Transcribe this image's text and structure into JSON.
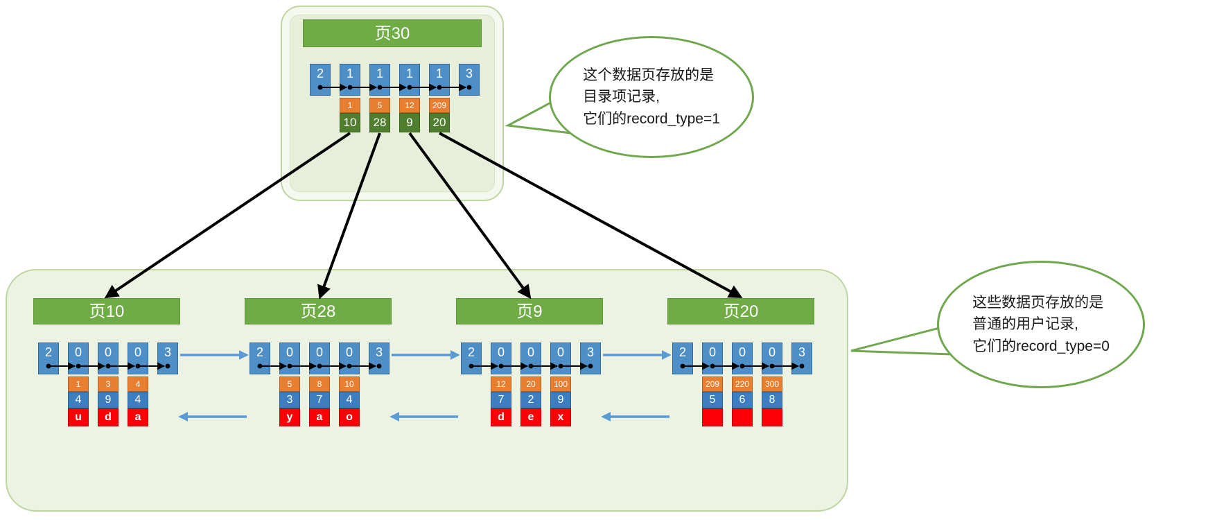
{
  "colors": {
    "header_green": "#6fac46",
    "pointer_cell_blue": "#4e8fc8",
    "key_cell_orange": "#e87e30",
    "child_cell_green": "#4e7e2e",
    "value_cell_blue": "#3d7ec0",
    "char_cell_red": "#fb0007",
    "container_bg": "#edf3e2",
    "container_border": "#bfd6a2",
    "link_arrow_blue": "#5b9bd5",
    "tree_arrow_black": "#000000",
    "bubble_border_green": "#6fa84e"
  },
  "root_page": {
    "title": "页30",
    "min_cell": "2",
    "max_cell": "3",
    "records": [
      {
        "type": "1",
        "key": "1",
        "child": "10"
      },
      {
        "type": "1",
        "key": "5",
        "child": "28"
      },
      {
        "type": "1",
        "key": "12",
        "child": "9"
      },
      {
        "type": "1",
        "key": "209",
        "child": "20"
      }
    ]
  },
  "leaf_pages": [
    {
      "title": "页10",
      "min_cell": "2",
      "max_cell": "3",
      "records": [
        {
          "type": "0",
          "key": "1",
          "col2": "4",
          "col3": "u"
        },
        {
          "type": "0",
          "key": "3",
          "col2": "9",
          "col3": "d"
        },
        {
          "type": "0",
          "key": "4",
          "col2": "4",
          "col3": "a"
        }
      ]
    },
    {
      "title": "页28",
      "min_cell": "2",
      "max_cell": "3",
      "records": [
        {
          "type": "0",
          "key": "5",
          "col2": "3",
          "col3": "y"
        },
        {
          "type": "0",
          "key": "8",
          "col2": "7",
          "col3": "a"
        },
        {
          "type": "0",
          "key": "10",
          "col2": "4",
          "col3": "o"
        }
      ]
    },
    {
      "title": "页9",
      "min_cell": "2",
      "max_cell": "3",
      "records": [
        {
          "type": "0",
          "key": "12",
          "col2": "7",
          "col3": "d"
        },
        {
          "type": "0",
          "key": "20",
          "col2": "2",
          "col3": "e"
        },
        {
          "type": "0",
          "key": "100",
          "col2": "9",
          "col3": "x"
        }
      ]
    },
    {
      "title": "页20",
      "min_cell": "2",
      "max_cell": "3",
      "records": [
        {
          "type": "0",
          "key": "209",
          "col2": "5",
          "col3": ""
        },
        {
          "type": "0",
          "key": "220",
          "col2": "6",
          "col3": ""
        },
        {
          "type": "0",
          "key": "300",
          "col2": "8",
          "col3": ""
        }
      ]
    }
  ],
  "bubbles": [
    {
      "lines": [
        "这个数据页存放的是",
        "目录项记录,",
        "它们的record_type=1"
      ]
    },
    {
      "lines": [
        "这些数据页存放的是",
        "普通的用户记录,",
        "它们的record_type=0"
      ]
    }
  ]
}
